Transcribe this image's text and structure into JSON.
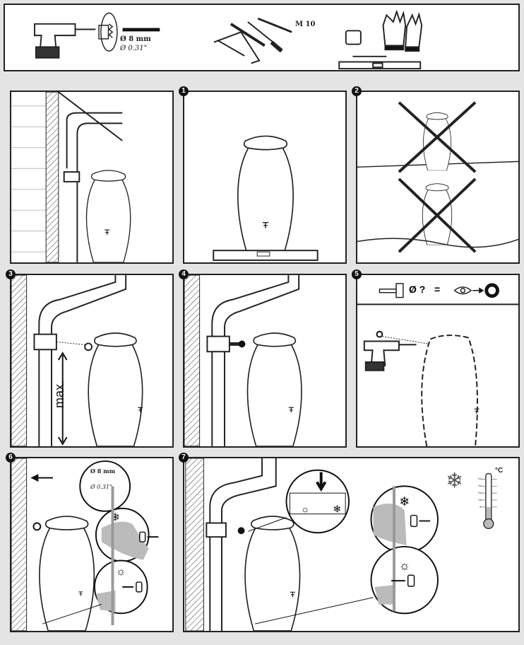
{
  "tools_panel": {
    "drill_bit_diameter_mm": "Ø 8 mm",
    "drill_bit_diameter_in": "Ø 0.31\"",
    "wrench_size": "M 10"
  },
  "steps": [
    {
      "number": "1"
    },
    {
      "number": "2"
    },
    {
      "number": "3",
      "height_label": "max."
    },
    {
      "number": "4"
    },
    {
      "number": "5",
      "formula_symbol": "Ø ?",
      "equals": "="
    },
    {
      "number": "6",
      "drill_bit_diameter_mm": "Ø 8 mm",
      "drill_bit_diameter_in": "Ø 0.31\""
    },
    {
      "number": "7",
      "temperature_unit": "°C",
      "thermometer_ticks": [
        "50",
        "40",
        "30",
        "20",
        "5"
      ]
    }
  ]
}
